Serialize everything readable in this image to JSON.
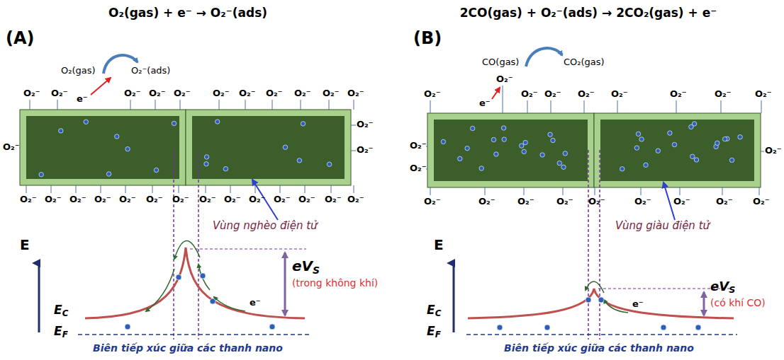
{
  "diagram": {
    "labels": [
      "O₂(gas) + e⁻ → O₂⁻(ads)",
      "2CO(gas) + O₂⁻(ads) → 2CO₂(gas) + e⁻",
      "(A)",
      "(B)",
      "O₂(gas)",
      "O₂⁻(ads)",
      "e⁻",
      "CO(gas)",
      "CO₂(gas)",
      "e⁻",
      "Vùng nghèo điện tử",
      "Vùng giàu điện tử",
      "E",
      "E",
      "eVS",
      "(trong không khí)",
      "eVS",
      "(có khí CO)",
      "EC",
      "EF",
      "EC",
      "EF",
      "e⁻",
      "e⁻",
      "Biên tiếp xúc giữa các thanh nano",
      "Biên tiếp xúc giữa các thanh nano",
      "O₂⁻",
      "O₂⁻",
      "O₂⁻",
      "O₂⁻",
      "O₂⁻",
      "O₂⁻",
      "O₂⁻",
      "O₂⁻",
      "O₂⁻",
      "O₂⁻",
      "O₂⁻",
      "O₂⁻",
      "O₂⁻",
      "O₂⁻",
      "O₂⁻",
      "O₂⁻",
      "O₂⁻",
      "O₂⁻",
      "O₂⁻",
      "O₂⁻",
      "O₂⁻",
      "O₂⁻",
      "O₂⁻",
      "O₂⁻",
      "O₂⁻",
      "O₂⁻",
      "O₂⁻",
      "O₂⁻",
      "O₂⁻",
      "O₂⁻",
      "O₂⁻",
      "O₂⁻",
      "O₂⁻",
      "O₂⁻",
      "O₂⁻",
      "O₂⁻",
      "O₂⁻",
      "O₂⁻",
      "O₂⁻",
      "O₂⁻",
      "O₂⁻",
      "O₂⁻",
      "O₂⁻",
      "O₂⁻",
      "O₂⁻",
      "O₂⁻",
      "O₂⁻",
      "O₂⁻",
      "O₂⁻"
    ]
  }
}
